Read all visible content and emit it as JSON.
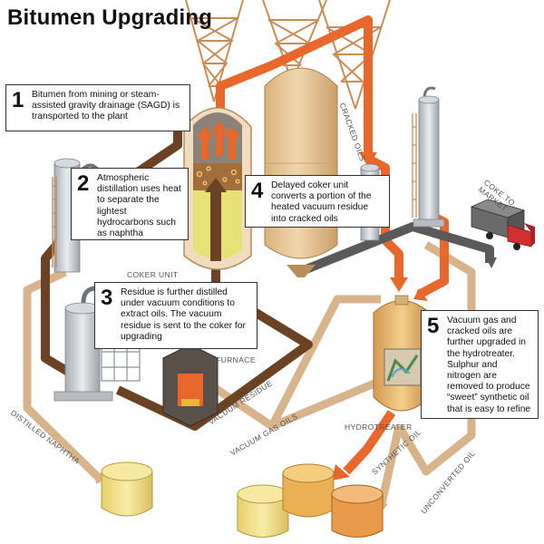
{
  "title": "Bitumen Upgrading",
  "steps": [
    {
      "num": "1",
      "text": "Bitumen from mining or steam-assisted gravity drainage (SAGD) is transported to the plant"
    },
    {
      "num": "2",
      "text": "Atmospheric distillation uses heat to separate the lightest hydrocarbons such as naphtha"
    },
    {
      "num": "3",
      "text": "Residue is further distilled under vacuum conditions to extract oils. The vacuum residue is sent to the coker for upgrading"
    },
    {
      "num": "4",
      "text": "Delayed coker unit converts a portion of the heated vacuum residue into cracked oils"
    },
    {
      "num": "5",
      "text": "Vacuum gas and cracked oils are further upgraded in the hydrotreater. Sulphur and nitrogen are removed to produce “sweet” synthetic oil that is easy to refine"
    }
  ],
  "labels": {
    "coker_unit": "COKER UNIT",
    "furnace": "FURNACE",
    "hydrotreater": "HYDROTREATER",
    "cracked_oils": "CRACKED OILS",
    "coke_line1": "COKE TO",
    "coke_line2": "MARKET",
    "vacuum_residue": "VACUUM RESIDUE",
    "vacuum_gas_oils": "VACUUM GAS OILS",
    "distilled_naphtha": "DISTILLED NAPHTHA",
    "synthetic_oil": "SYNTHETIC OIL",
    "unconverted_oil": "UNCONVERTED OIL"
  },
  "colors": {
    "bitumen_pipe": "#6b4324",
    "light_pipe": "#d8b48c",
    "cracked_pipe": "#e8672c",
    "coke_pipe": "#5a5a5a",
    "tower_lattice": "#c98d56",
    "coker_tank": "#e8c79a",
    "tank_yellow": "#f3e089",
    "tank_orange": "#e89a4a"
  }
}
